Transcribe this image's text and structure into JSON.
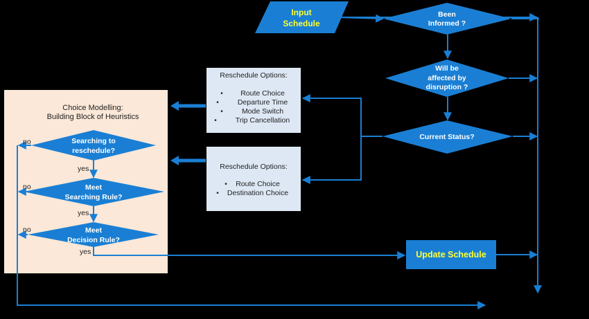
{
  "colors": {
    "background": "#000000",
    "shape_fill": "#1a7fd4",
    "connector": "#1a7fd4",
    "panel_fill": "#fce8d8",
    "options_fill": "#dde8f4",
    "highlight_text": "#ffff33",
    "white_text": "#ffffff",
    "dark_text": "#222222"
  },
  "nodes": {
    "input_schedule": {
      "line1": "Input",
      "line2": "Schedule"
    },
    "been_informed": {
      "line1": "Been",
      "line2": "Informed ?"
    },
    "affected": {
      "line1": "Will be",
      "line2": "affected by",
      "line3": "disruption ?"
    },
    "current_status": {
      "label": "Current Status?"
    },
    "update_schedule": {
      "label": "Update Schedule"
    }
  },
  "options_upper": {
    "title": "Reschedule Options:",
    "bullet": "•",
    "items": [
      "Route Choice",
      "Departure Time",
      "Mode Switch",
      "Trip Cancellation"
    ]
  },
  "options_lower": {
    "title": "Reschedule Options:",
    "bullet": "•",
    "items": [
      "Route Choice",
      "Destination Choice"
    ]
  },
  "choice_panel": {
    "title_line1": "Choice Modelling:",
    "title_line2": "Building Block of Heuristics",
    "searching": {
      "line1": "Searching to",
      "line2": "reschedule?"
    },
    "meet_searching": {
      "line1": "Meet",
      "line2": "Searching Rule?"
    },
    "meet_decision": {
      "line1": "Meet",
      "line2": "Decision Rule?"
    }
  },
  "edge_labels": {
    "no_1": "no",
    "no_2": "no",
    "no_3": "no",
    "yes_1": "yes",
    "yes_2": "yes",
    "yes_3": "yes"
  }
}
